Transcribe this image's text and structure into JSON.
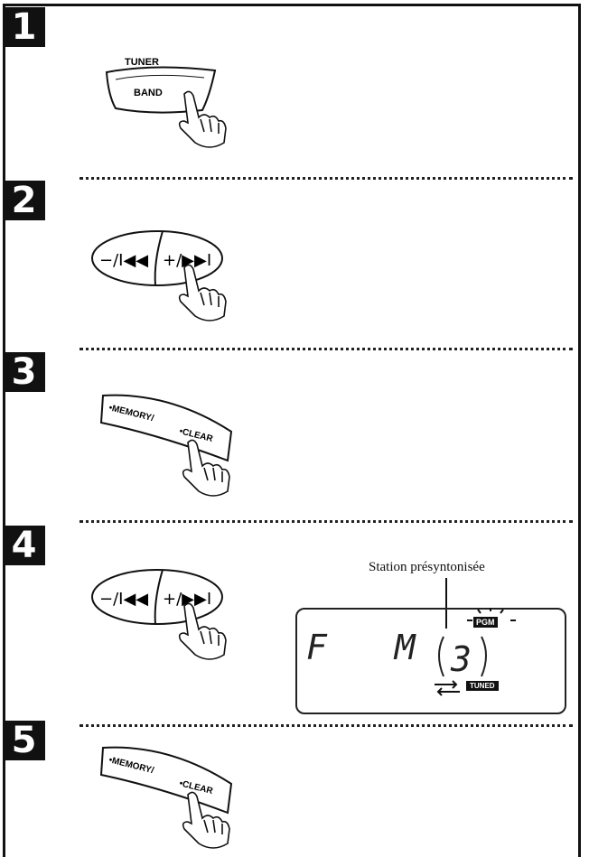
{
  "steps": [
    "1",
    "2",
    "3",
    "4",
    "5"
  ],
  "buttons": {
    "tuner_title": "TUNER",
    "band_label": "BAND",
    "skip_minus": "−/I◀◀",
    "skip_plus": "+/▶▶I",
    "memory_label": "•MEMORY/",
    "clear_label": "•CLEAR"
  },
  "display": {
    "caption": "Station présyntonisée",
    "fm_text": "F M",
    "preset_number": "3",
    "pgm_badge": "PGM",
    "tuned_badge": "TUNED"
  }
}
